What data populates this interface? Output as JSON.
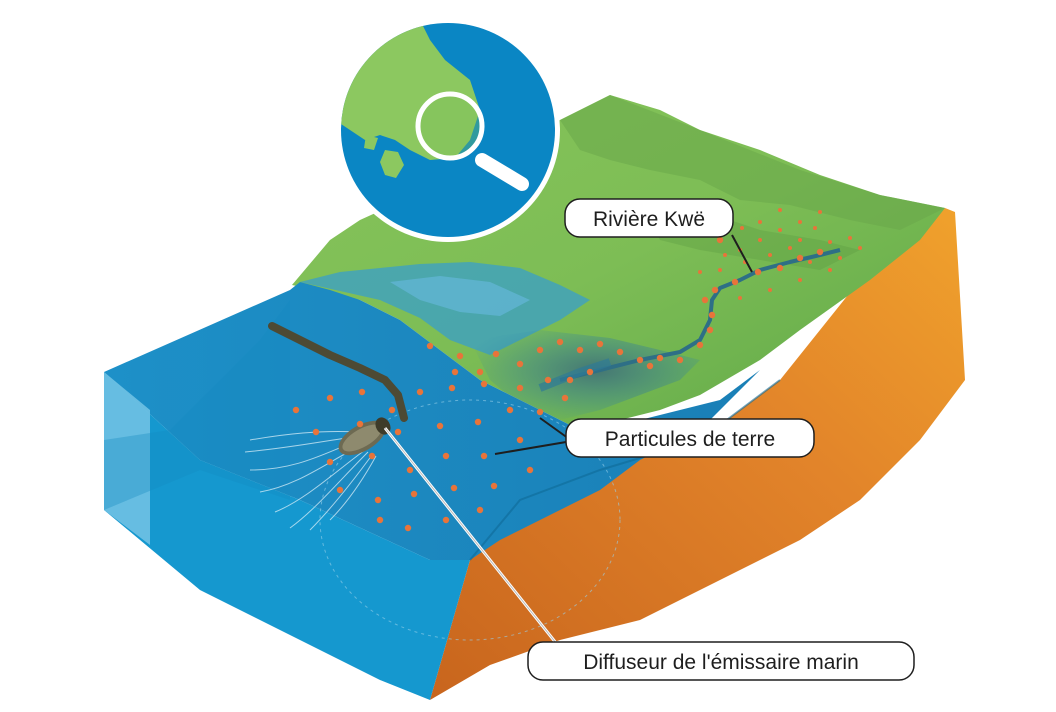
{
  "labels": {
    "river": "Rivière Kwë",
    "particles": "Particules de terre",
    "diffuser": "Diffuseur de l'émissaire marin"
  },
  "colors": {
    "sea_top": "#1c8fc6",
    "sea_front": "#1aa0d4",
    "sea_side": "#70c2e4",
    "land": "#7fc05a",
    "soil_side": "#e28a25",
    "particle": "#e8743a",
    "pipe": "#4d4a34"
  },
  "icons": {
    "inset": "location-map-magnifier-icon"
  }
}
